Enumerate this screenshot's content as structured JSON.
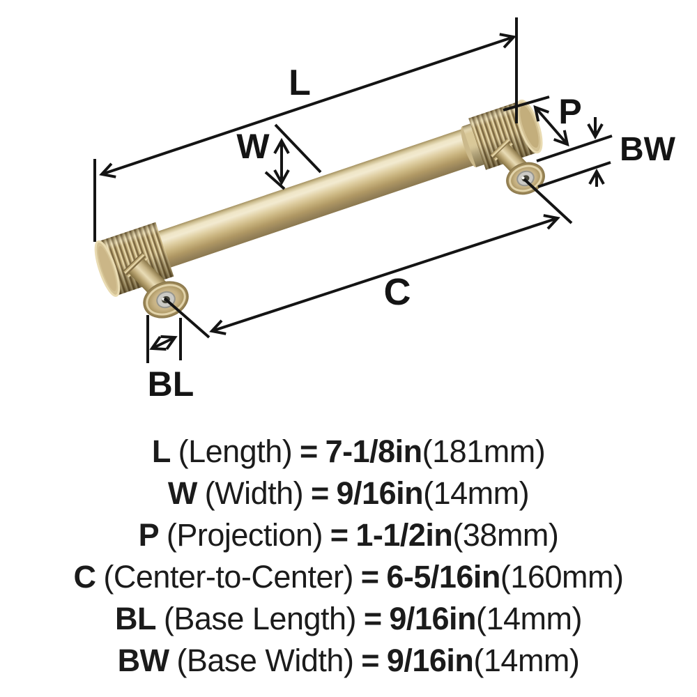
{
  "figure": {
    "type": "cabinet-pull-dimension-diagram",
    "dimension_labels": {
      "length": "L",
      "width": "W",
      "projection": "P",
      "base_width": "BW",
      "center_to_center": "C",
      "base_length": "BL"
    },
    "colors": {
      "handle_gold": "#c9b584",
      "handle_highlight": "#f2ead0",
      "handle_shadow": "#8b784f",
      "dimension_line": "#141414",
      "text": "#1b1b1b",
      "background": "#ffffff"
    }
  },
  "specs": {
    "equals": "=",
    "rows": [
      {
        "code": "L",
        "name": "(Length)",
        "imperial": "7-1/8in",
        "metric": "(181mm)"
      },
      {
        "code": "W",
        "name": "(Width)",
        "imperial": "9/16in",
        "metric": "(14mm)"
      },
      {
        "code": "P",
        "name": "(Projection)",
        "imperial": "1-1/2in",
        "metric": "(38mm)"
      },
      {
        "code": "C",
        "name": "(Center-to-Center)",
        "imperial": "6-5/16in",
        "metric": "(160mm)"
      },
      {
        "code": "BL",
        "name": "(Base Length)",
        "imperial": "9/16in",
        "metric": "(14mm)"
      },
      {
        "code": "BW",
        "name": "(Base Width)",
        "imperial": "9/16in",
        "metric": "(14mm)"
      }
    ]
  }
}
